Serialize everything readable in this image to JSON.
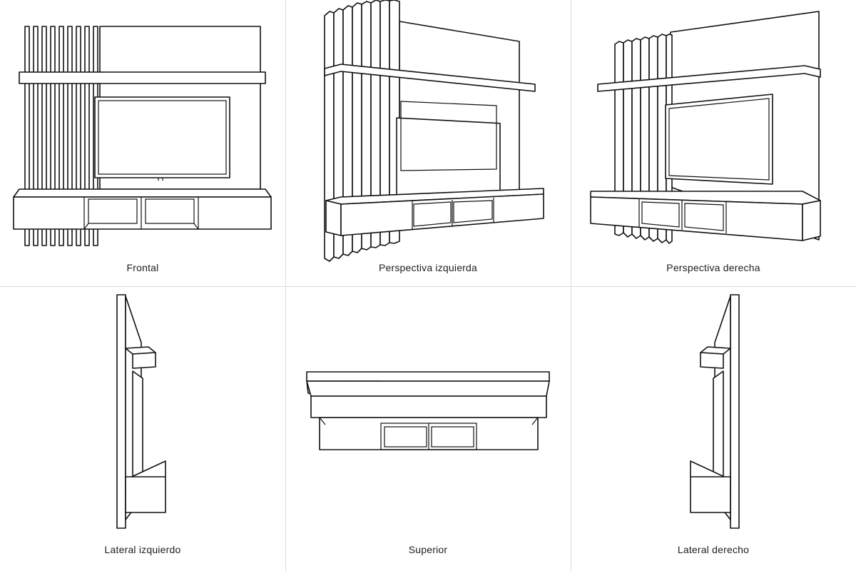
{
  "views": [
    {
      "id": "frontal",
      "caption": "Frontal"
    },
    {
      "id": "perspectiva-izquierda",
      "caption": "Perspectiva izquierda"
    },
    {
      "id": "perspectiva-derecha",
      "caption": "Perspectiva derecha"
    },
    {
      "id": "lateral-izquierdo",
      "caption": "Lateral izquierdo"
    },
    {
      "id": "superior",
      "caption": "Superior"
    },
    {
      "id": "lateral-derecho",
      "caption": "Lateral derecho"
    }
  ],
  "colors": {
    "line": "#111111",
    "divider": "#dcdcdc",
    "background": "#ffffff"
  }
}
